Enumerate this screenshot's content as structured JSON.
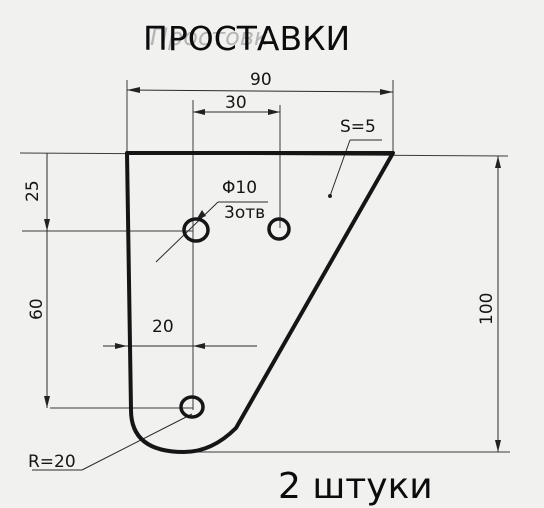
{
  "title": "ПРОСТАВКИ",
  "background_handwriting": "Простовк",
  "dimensions": {
    "overall_width": "90",
    "hole_spacing_top": "30",
    "thickness": "S=5",
    "top_offset": "25",
    "hole_vertical_spacing": "60",
    "overall_height": "100",
    "hole_offset": "20",
    "radius": "R=20",
    "hole_diameter": "Φ10",
    "hole_count": "3отв"
  },
  "footer": "2 штуки",
  "colors": {
    "background": "#f1f1ef",
    "ink": "#151515"
  }
}
